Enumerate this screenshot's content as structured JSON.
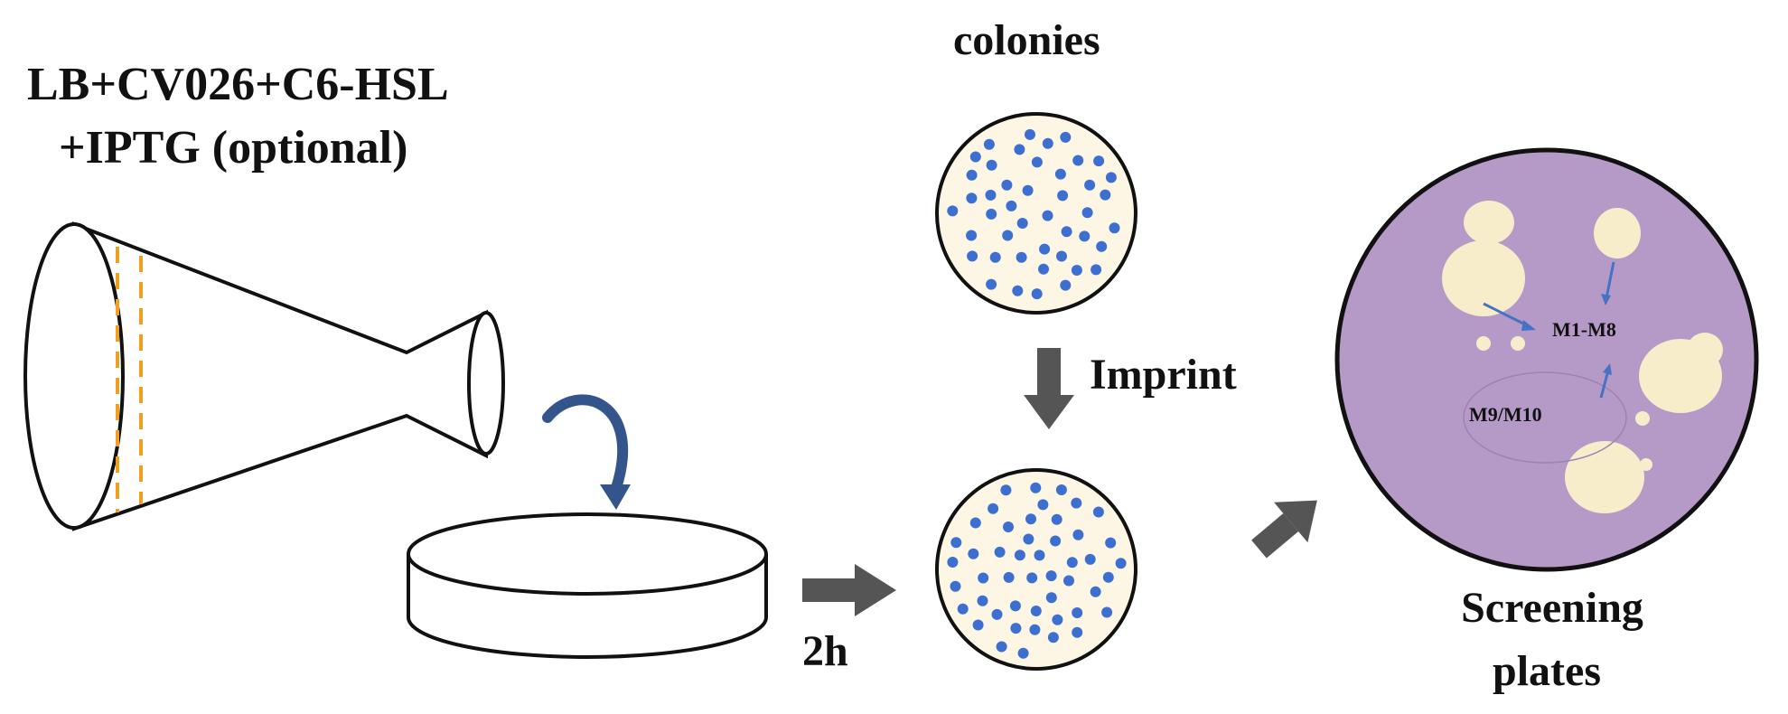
{
  "flask_label": {
    "line1": "LB+CV026+C6-HSL",
    "line2": "+IPTG (optional)"
  },
  "colonies_label": "colonies",
  "imprint_label": "Imprint",
  "time_label": "2h",
  "screening_label": {
    "line1": "Screening",
    "line2": "plates"
  },
  "zone_labels": {
    "m1_m8": "M1-M8",
    "m9_m10": "M9/M10"
  },
  "colors": {
    "plate_fill": "#fdf6e4",
    "colony": "#3d6fd0",
    "screen_plate": "#b59ac8",
    "halo": "#f8edcb",
    "arrow": "#555555",
    "small_arrow": "#4472c4",
    "flask_marks": "#f0a020"
  }
}
